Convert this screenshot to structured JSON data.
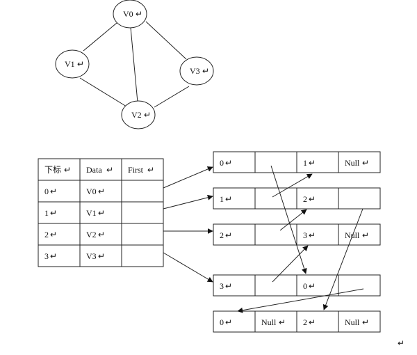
{
  "graph": {
    "vertices": [
      "V0",
      "V1",
      "V2",
      "V3"
    ],
    "mark": "↵",
    "edges": [
      [
        "V0",
        "V1"
      ],
      [
        "V0",
        "V2"
      ],
      [
        "V0",
        "V3"
      ],
      [
        "V1",
        "V2"
      ],
      [
        "V2",
        "V3"
      ]
    ]
  },
  "table": {
    "headers": [
      "下标",
      "Data",
      "First"
    ],
    "rows": [
      [
        "0",
        "V0",
        ""
      ],
      [
        "1",
        "V1",
        ""
      ],
      [
        "2",
        "V2",
        ""
      ],
      [
        "3",
        "V3",
        ""
      ]
    ]
  },
  "edge_lists": [
    [
      "0",
      "",
      "1",
      "Null"
    ],
    [
      "1",
      "",
      "2",
      ""
    ],
    [
      "2",
      "",
      "3",
      "Null"
    ],
    [
      "3",
      "",
      "0",
      ""
    ],
    [
      "0",
      "Null",
      "2",
      "Null"
    ]
  ],
  "trailing_mark": "↵"
}
